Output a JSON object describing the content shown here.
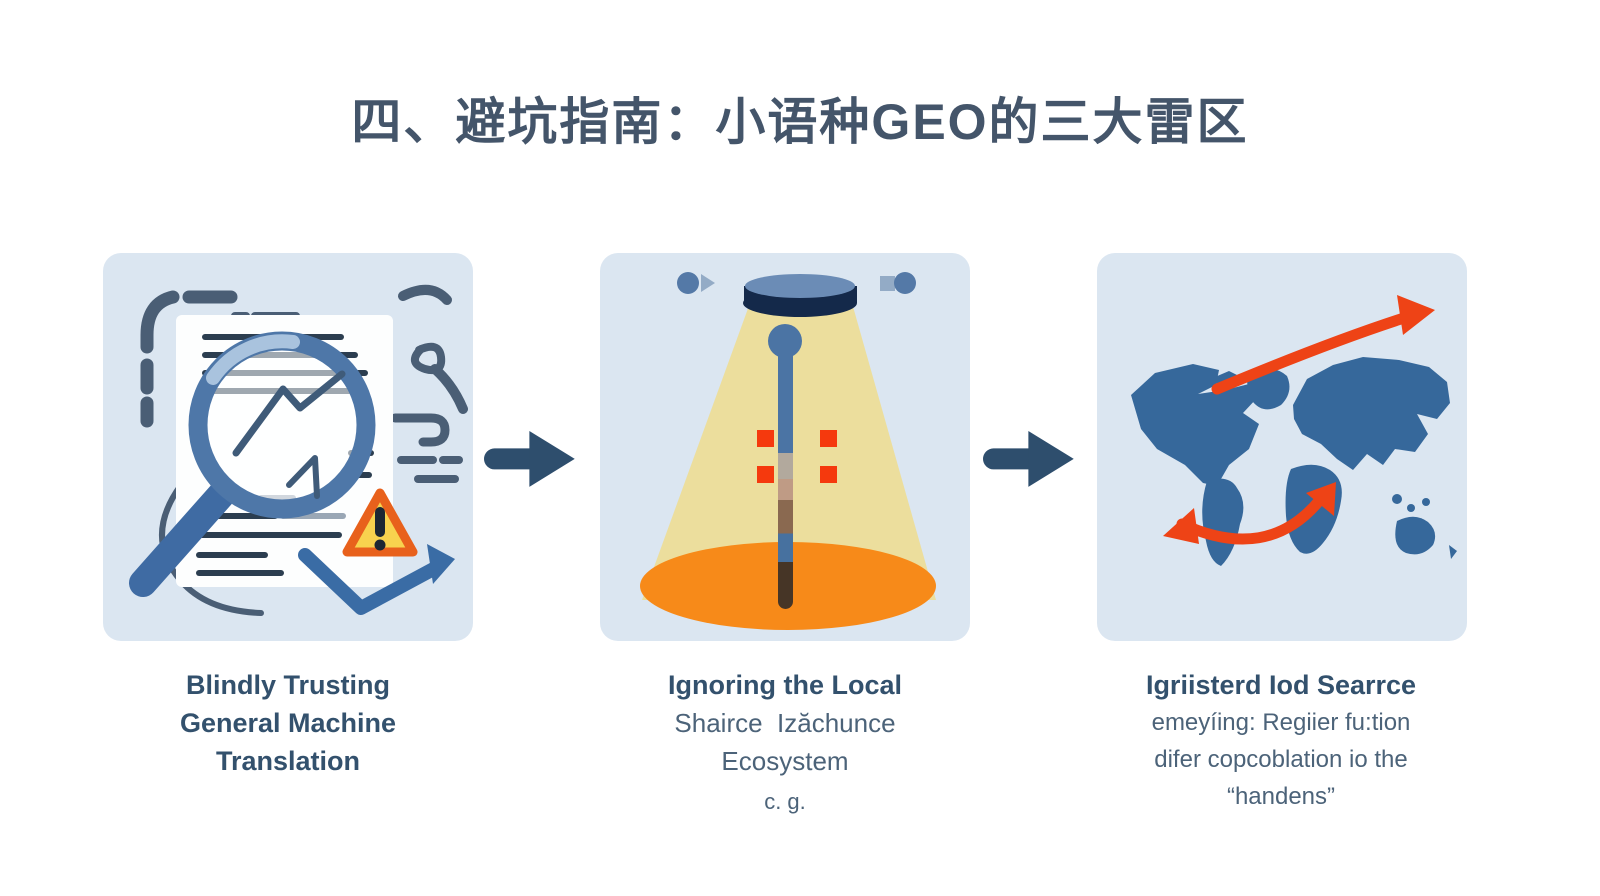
{
  "title": "四、避坑指南：小语种GEO的三大雷区",
  "captions": {
    "p1": {
      "l1": "Blindly Trusting",
      "l2": "General Machine",
      "l3": "Translation"
    },
    "p2": {
      "l1": "Ignoring the Local",
      "l2": "Shairce  Izăchunce",
      "l3": "Ecosystem",
      "l4": "c. g."
    },
    "p3": {
      "l1": "Igriisterd Iod Searrce",
      "l2": "emeyíing: Regiier fu:tion",
      "l3": "difer copcoblation io the",
      "l4": "“handens”"
    }
  },
  "icons": {
    "panel1": "document-magnifier-warning-icon",
    "panel2": "spotlight-beam-icon",
    "panel3": "world-map-arrows-icon",
    "connector": "right-arrow-icon"
  },
  "colors": {
    "background": "#ffffff",
    "title_text": "#44556a",
    "panel_background": "#dbe6f1",
    "caption_bold": "#33516d",
    "caption_regular": "#4c6379",
    "slate_decoration": "#4a5e75",
    "magnifier_blue": "#4e77a8",
    "handle_blue": "#3f6ba3",
    "warning_border": "#e8611c",
    "warning_fill": "#f8d24e",
    "connector_arrow": "#2e4e6d",
    "lamp_navy": "#14294a",
    "lamp_top": "#6b8cb6",
    "beam_yellow": "#eedd96",
    "stage_orange": "#f78a19",
    "alert_red": "#f5390d",
    "map_blue": "#36689b",
    "route_arrow_red": "#ee4316"
  }
}
